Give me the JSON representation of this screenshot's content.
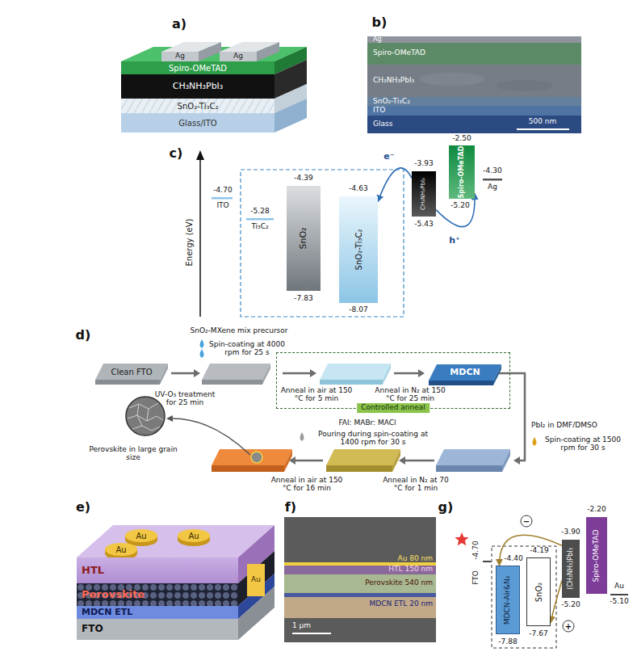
{
  "diagram": {
    "nodes": [
      {
        "text": [
          "Ag"
        ]
      },
      {
        "text": [
          "Ag"
        ]
      },
      {
        "text": [
          "Spiro-OMeTAD"
        ]
      },
      {
        "text": [
          "CH₃NH₃PbI₃"
        ]
      },
      {
        "text": [
          "SnO₂-Ti₃C₂"
        ]
      },
      {
        "text": [
          "Glass/ITO"
        ]
      },
      {
        "text": [
          "SnO₂"
        ]
      },
      {
        "text": [
          "SnO₂-Ti₃C₂"
        ]
      },
      {
        "text": [
          "CH₃NH₃PbI₃"
        ]
      },
      {
        "text": [
          "Spiro-OMeTAD"
        ]
      },
      {
        "text": [
          "Clean FTO"
        ]
      },
      {
        "text": [
          "Controlled anneal"
        ]
      },
      {
        "text": [
          "MDCN"
        ],
        "in": 11
      },
      {
        "text": [
          "Au"
        ]
      },
      {
        "text": [
          "Au"
        ]
      },
      {
        "text": [
          "Au"
        ]
      },
      {
        "text": [
          "HTL"
        ]
      },
      {
        "text": [
          "Perovskite"
        ]
      },
      {
        "text": [
          "MDCN ETL"
        ]
      },
      {
        "text": [
          "FTO"
        ]
      },
      {
        "text": [
          "Au"
        ]
      },
      {
        "text": [
          "MDCN-Air&N₂"
        ]
      },
      {
        "text": [
          "SnO₂"
        ]
      },
      {
        "text": [
          "(CH₃NH₃)PbI₃"
        ]
      },
      {
        "text": [
          "Spiro-OMeTAD"
        ]
      }
    ],
    "edges": [
      {
        "from": 8,
        "to": 7,
        "arrow": "to",
        "label": "e⁻"
      },
      {
        "from": 8,
        "to": 9,
        "arrow": "to",
        "label": "h⁺"
      },
      {
        "from": 23,
        "to": 21,
        "arrow": "to"
      },
      {
        "from": 23,
        "to": 22,
        "arrow": "to"
      }
    ],
    "labels": [
      "a)",
      "b)",
      "Ag",
      "Spiro-OMeTAD",
      "CH₃NH₃PbI₃",
      "SnO₂-Ti₃C₂",
      "ITO",
      "Glass",
      "500 nm",
      "c)",
      "Energy (eV)",
      "-4.70",
      "ITO",
      "-5.28",
      "Ti₃C₂",
      "-4.39",
      "-7.83",
      "-4.63",
      "-8.07",
      "-3.93",
      "-5.43",
      "-2.50",
      "-5.20",
      "-4.30",
      "Ag",
      "d)",
      "SnO₂-MXene mix precursor",
      "Spin-coating at 4000 rpm for 25 s",
      "UV-O₃ treatment for 25 min",
      "Anneal in air at 150 °C for 5 min",
      "Anneal in N₂ at 150 °C for 25 min",
      "PbI₂ in DMF/DMSO",
      "Spin-coating at 1500 rpm for 30 s",
      "FAI: MABr: MACl",
      "Pouring during spin-coating at 1400 rpm for 30 s",
      "Anneal in N₂ at 70 °C for 1 min",
      "Anneal in air at 150 °C for 16 min",
      "Perovskite in large grain size",
      "e)",
      "f)",
      "Au 80 nm",
      "HTL 150 nm",
      "Perovskite 540 nm",
      "MDCN ETL 20 nm",
      "1 µm",
      "g)",
      "FTO",
      "-4.70",
      "-4.40",
      "-7.88",
      "-4.19",
      "-7.67",
      "-3.90",
      "-5.20",
      "-2.20",
      "-5.10",
      "Au",
      "−",
      "+"
    ]
  }
}
